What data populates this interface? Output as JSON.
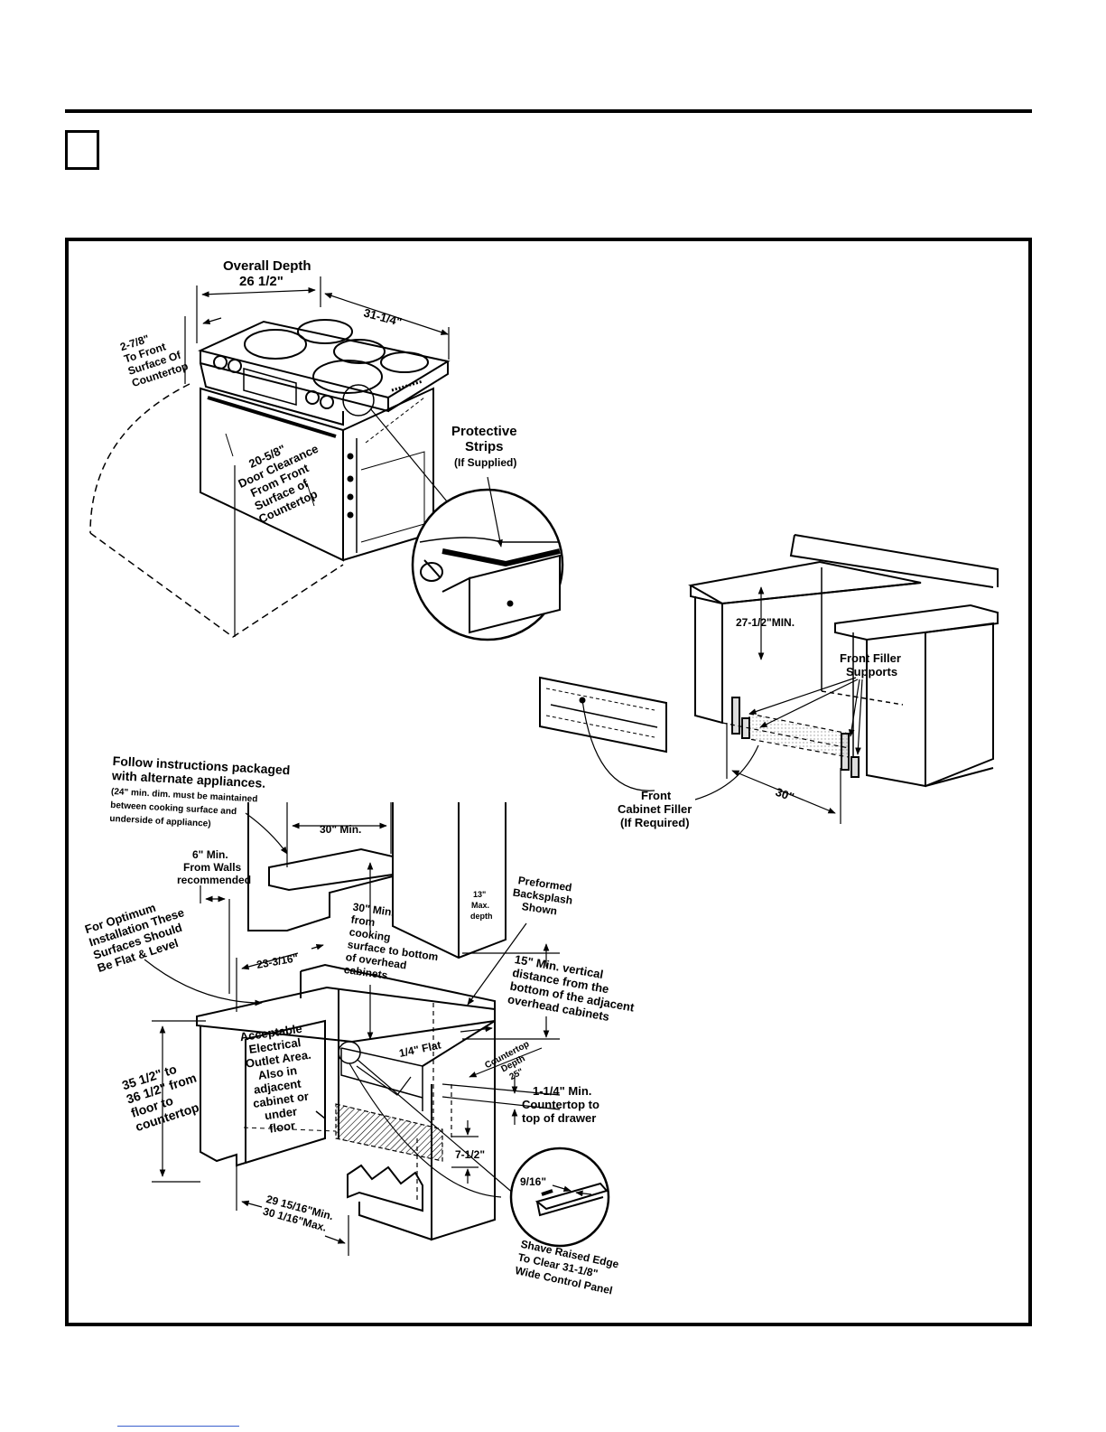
{
  "labels": {
    "overall_depth_title": "Overall Depth",
    "overall_depth_value": "26 1/2\"",
    "width_31": "31-1/4\"",
    "to_front_1": "2-7/8\"",
    "to_front_2": "To Front",
    "to_front_3": "Surface Of",
    "to_front_4": "Countertop",
    "door_1": "20-5/8\"",
    "door_2": "Door Clearance",
    "door_3": "From Front",
    "door_4": "Surface of",
    "door_5": "Countertop",
    "protective_1": "Protective",
    "protective_2": "Strips",
    "protective_3": "(If Supplied)",
    "min_27": "27-1/2\"MIN.",
    "filler_supports_1": "Front Filler",
    "filler_supports_2": "Supports",
    "front_filler_1": "Front",
    "front_filler_2": "Cabinet Filler",
    "front_filler_3": "(If Required)",
    "width_30": "30\"",
    "follow_1": "Follow instructions packaged",
    "follow_2": "with alternate appliances.",
    "follow_3": "(24\" min. dim. must be maintained",
    "follow_4": "between cooking surface and",
    "follow_5": "underside of appliance)",
    "min30": "30\" Min.",
    "six_1": "6\" Min.",
    "six_2": "From Walls",
    "six_3": "recommended",
    "optimum_1": "For Optimum",
    "optimum_2": "Installation These",
    "optimum_3": "Surfaces Should",
    "optimum_4": "Be Flat & Level",
    "min30b_1": "30\" Min.",
    "min30b_2": "from",
    "min30b_3": "cooking",
    "min30b_4": "surface to bottom",
    "min30b_5": "of overhead",
    "min30b_6": "cabinets",
    "max13_1": "13\"",
    "max13_2": "Max.",
    "max13_3": "depth",
    "backsplash_1": "Preformed",
    "backsplash_2": "Backsplash",
    "backsplash_3": "Shown",
    "d23": "23-3/16\"",
    "fifteen_1": "15\" Min. vertical",
    "fifteen_2": "distance from the",
    "fifteen_3": "bottom of the adjacent",
    "fifteen_4": "overhead cabinets",
    "outlet_1": "Acceptable",
    "outlet_2": "Electrical",
    "outlet_3": "Outlet Area.",
    "outlet_4": "Also in",
    "outlet_5": "adjacent",
    "outlet_6": "cabinet or",
    "outlet_7": "under",
    "outlet_8": "floor",
    "flat": "1/4\" Flat",
    "ctdepth_1": "Countertop",
    "ctdepth_2": "Depth",
    "ctdepth_3": "25\"",
    "height_1": "35 1/2\" to",
    "height_2": "36 1/2\" from",
    "height_3": "floor to",
    "height_4": "countertop",
    "drawer_1": "1-1/4\" Min.",
    "drawer_2": "Countertop to",
    "drawer_3": "top of drawer",
    "d712": "7-1/2\"",
    "opening_1": "29 15/16\"Min.",
    "opening_2": "30 1/16\"Max.",
    "d916": "9/16\"",
    "shave_1": "Shave Raised Edge",
    "shave_2": "To Clear 31-1/8\"",
    "shave_3": "Wide Control Panel"
  }
}
